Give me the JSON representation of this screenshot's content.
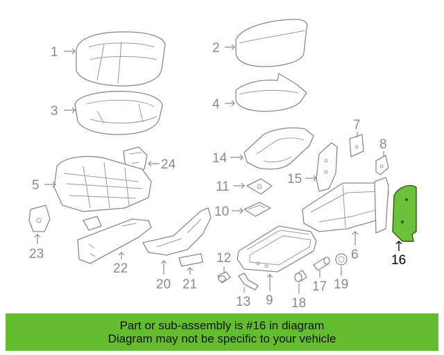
{
  "diagram": {
    "labels": {
      "p1": "1",
      "p2": "2",
      "p3": "3",
      "p4": "4",
      "p5": "5",
      "p6": "6",
      "p7": "7",
      "p8": "8",
      "p9": "9",
      "p10": "10",
      "p11": "11",
      "p12": "12",
      "p13": "13",
      "p14": "14",
      "p15": "15",
      "p16": "16",
      "p17": "17",
      "p18": "18",
      "p19": "19",
      "p20": "20",
      "p21": "21",
      "p22": "22",
      "p23": "23",
      "p24": "24"
    },
    "highlight_color": "#6cc13a"
  },
  "banner": {
    "line1": "Part or sub-assembly is #16 in diagram",
    "line2": "Diagram may not be specific to your vehicle",
    "background": "#63bd2f"
  }
}
